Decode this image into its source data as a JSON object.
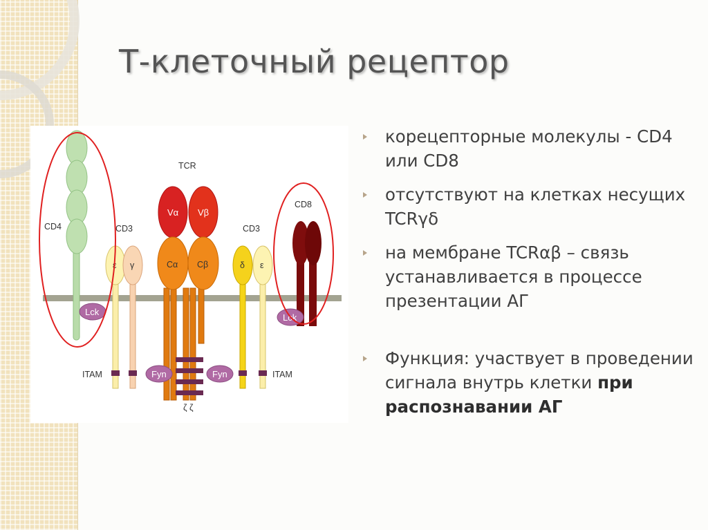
{
  "title": "Т-клеточный рецептор",
  "colors": {
    "accent_red": "#e02020",
    "tcr_variable": "#d81e1e",
    "tcr_constant": "#f08a12",
    "cd4": "#b7dcaa",
    "cd8": "#7a0b0b",
    "membrane": "#a0a08c",
    "kinase": "#a8609a"
  },
  "diagram": {
    "labels": {
      "tcr": "TCR",
      "cd4": "CD4",
      "cd8": "CD8",
      "cd3_left": "CD3",
      "cd3_right": "CD3",
      "v_alpha": "Vα",
      "v_beta": "Vβ",
      "c_alpha": "Cα",
      "c_beta": "Cβ",
      "epsilon_left": "ε",
      "gamma": "γ",
      "delta": "δ",
      "epsilon_right": "ε",
      "lck_left": "Lck",
      "lck_right": "Lck",
      "itam_left": "ITAM",
      "itam_right": "ITAM",
      "fyn_left": "Fyn",
      "fyn_right": "Fyn",
      "zeta": "ζ ζ"
    }
  },
  "bullets": [
    {
      "text": "корецепторные молекулы - CD4 или CD8"
    },
    {
      "text": "отсутствуют на клетках несущих TCRγδ"
    },
    {
      "text": "на мембране TCRαβ – связь устанавливается в процессе презентации АГ"
    },
    {
      "text": "Функция: участвует в проведении сигнала внутрь клетки ",
      "bold": "при распознавании АГ"
    }
  ]
}
